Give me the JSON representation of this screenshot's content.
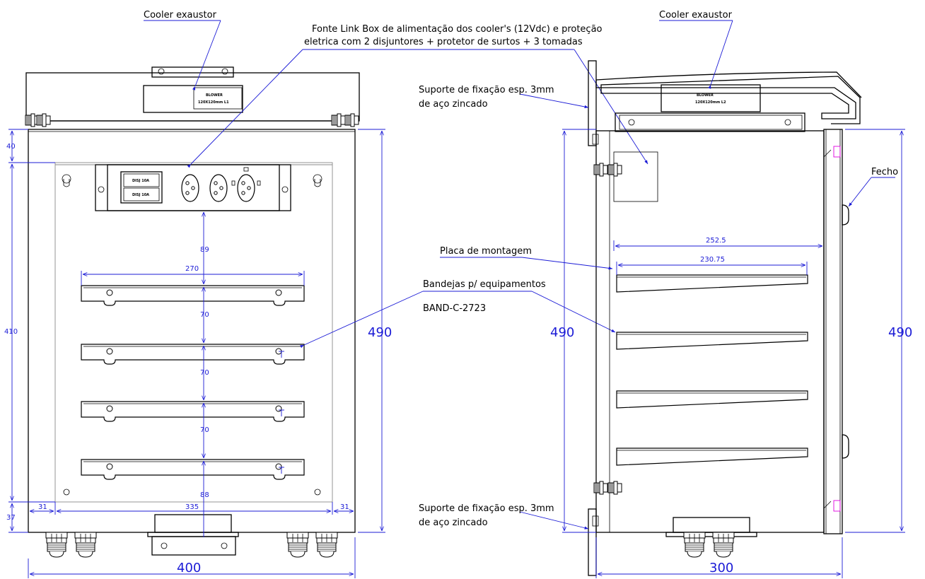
{
  "labels": {
    "cooler_left": "Cooler exaustor",
    "cooler_right": "Cooler exaustor",
    "fonte_line1": "Fonte Link Box de alimentação dos cooler's (12Vdc) e proteção",
    "fonte_line2": "eletrica com 2 disjuntores + protetor de surtos + 3 tomadas",
    "suporte_top_line1": "Suporte de fixação esp. 3mm",
    "suporte_top_line2": "de aço zincado",
    "suporte_bottom_line1": "Suporte de fixação esp. 3mm",
    "suporte_bottom_line2": "de aço zincado",
    "placa": "Placa de montagem",
    "bandejas_line1": "Bandejas p/ equipamentos",
    "bandejas_line2": "BAND-C-2723",
    "fecho": "Fecho"
  },
  "parts": {
    "blower_left_line1": "BLOWER",
    "blower_left_line2": "120X120mm L1",
    "blower_right_line1": "BLOWER",
    "blower_right_line2": "120X120mm L2",
    "breaker1": "DISJ 10A",
    "breaker2": "DISJ 10A"
  },
  "dimensions": {
    "front_width": "400",
    "front_height": "490",
    "front_top_offset": "40",
    "plate_height": "410",
    "front_bottom_offset": "37",
    "left_margin": "31",
    "plate_width": "335",
    "right_margin": "31",
    "tray_width": "270",
    "gap_top": "89",
    "gap_1": "70",
    "gap_2": "70",
    "gap_3": "70",
    "gap_bottom": "88",
    "side_height_left": "490",
    "side_height_right": "490",
    "side_depth": "300",
    "plate_depth": "252.5",
    "tray_depth": "230.75"
  },
  "colors": {
    "dimension": "#1b1bd6",
    "outline": "#000000",
    "hinge_mark": "#e000e0"
  }
}
